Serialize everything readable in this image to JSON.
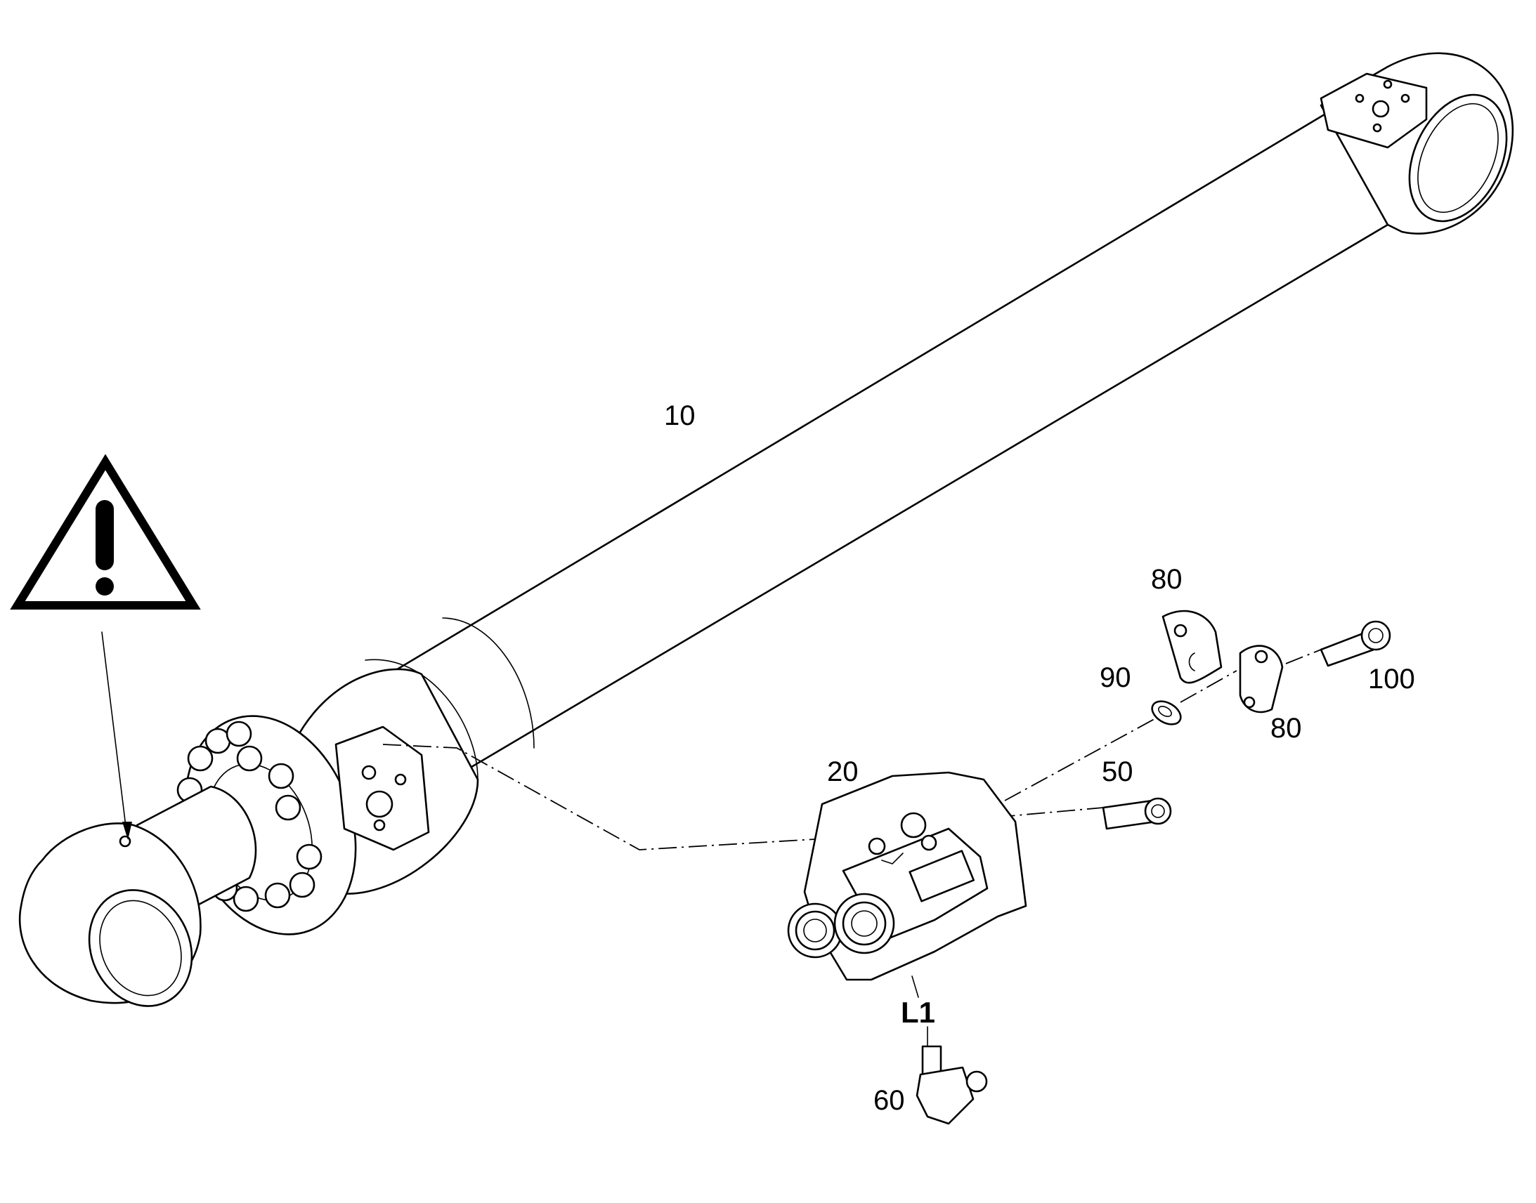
{
  "callouts": {
    "c10": "10",
    "c20": "20",
    "c50": "50",
    "c60": "60",
    "c80a": "80",
    "c80b": "80",
    "c90": "90",
    "c100": "100",
    "l1": "L1"
  },
  "icons": {
    "warning": "warning-triangle-icon"
  }
}
